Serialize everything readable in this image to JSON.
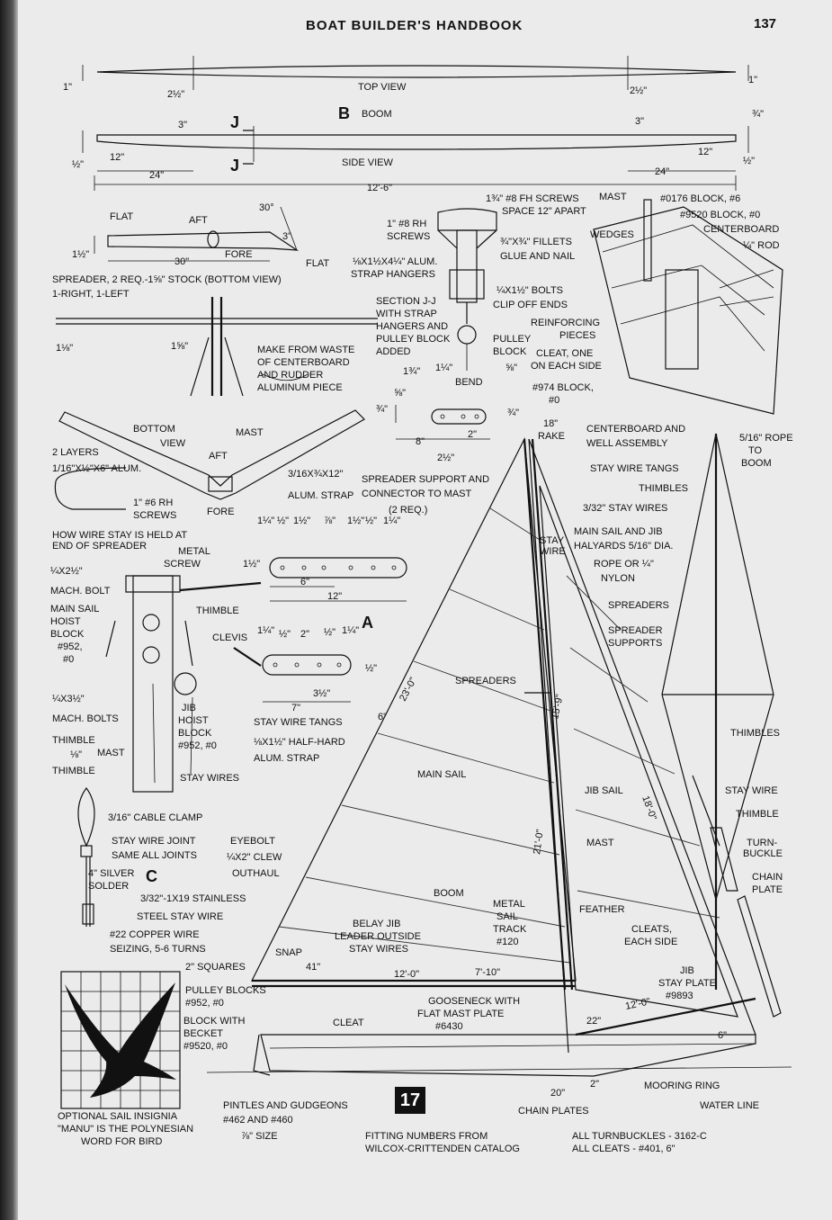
{
  "header": {
    "title": "BOAT BUILDER'S HANDBOOK",
    "page": "137"
  },
  "figure_number": "17",
  "labels": [
    {
      "id": "boom-end-1in-left",
      "text": "1\""
    },
    {
      "id": "boom-2half-left",
      "text": "2½\""
    },
    {
      "id": "top-view",
      "text": "TOP VIEW"
    },
    {
      "id": "boom-2half-right",
      "text": "2½\""
    },
    {
      "id": "boom-end-1in-right",
      "text": "1\""
    },
    {
      "id": "letter-b",
      "text": "B"
    },
    {
      "id": "boom-title",
      "text": "BOOM"
    },
    {
      "id": "boom-3in-left",
      "text": "3\""
    },
    {
      "id": "section-j-top",
      "text": "J"
    },
    {
      "id": "boom-3in-right",
      "text": "3\""
    },
    {
      "id": "boom-3quarter",
      "text": "¾\""
    },
    {
      "id": "boom-half-left",
      "text": "½\""
    },
    {
      "id": "boom-12in-left",
      "text": "12\""
    },
    {
      "id": "side-view",
      "text": "SIDE VIEW"
    },
    {
      "id": "boom-12in-right",
      "text": "12\""
    },
    {
      "id": "boom-half-right",
      "text": "½\""
    },
    {
      "id": "section-j-bottom",
      "text": "J"
    },
    {
      "id": "boom-24in-left",
      "text": "24\""
    },
    {
      "id": "boom-24in-right",
      "text": "24\""
    },
    {
      "id": "boom-length",
      "text": "12'-6\""
    },
    {
      "id": "spr-flat-left",
      "text": "FLAT"
    },
    {
      "id": "spr-aft",
      "text": "AFT"
    },
    {
      "id": "spr-30deg",
      "text": "30°"
    },
    {
      "id": "spr-3in",
      "text": "3\""
    },
    {
      "id": "spr-1half",
      "text": "1½\""
    },
    {
      "id": "spr-fore",
      "text": "FORE"
    },
    {
      "id": "spr-30in",
      "text": "30\""
    },
    {
      "id": "spr-flat-right",
      "text": "FLAT"
    },
    {
      "id": "spr-caption-1",
      "text": "SPREADER, 2 REQ.-1⅝\" STOCK (BOTTOM VIEW)"
    },
    {
      "id": "spr-caption-2",
      "text": "1-RIGHT, 1-LEFT"
    },
    {
      "id": "spr-1-1-8",
      "text": "1⅛\""
    },
    {
      "id": "spr-1-5-8",
      "text": "1⅝\""
    },
    {
      "id": "waste-1",
      "text": "MAKE FROM WASTE"
    },
    {
      "id": "waste-2",
      "text": "OF CENTERBOARD"
    },
    {
      "id": "waste-3",
      "text": "AND RUDDER"
    },
    {
      "id": "waste-4",
      "text": "ALUMINUM PIECE"
    },
    {
      "id": "sec-fh-screws",
      "text": "1¾\" #8 FH SCREWS"
    },
    {
      "id": "sec-space",
      "text": "SPACE 12\" APART"
    },
    {
      "id": "sec-rh-1",
      "text": "1\" #8 RH"
    },
    {
      "id": "sec-rh-2",
      "text": "SCREWS"
    },
    {
      "id": "sec-fillets",
      "text": "¾\"X¾\" FILLETS"
    },
    {
      "id": "sec-glue",
      "text": "GLUE AND NAIL"
    },
    {
      "id": "sec-alum",
      "text": "⅛X1½X4¼\" ALUM."
    },
    {
      "id": "sec-strap",
      "text": "STRAP HANGERS"
    },
    {
      "id": "sec-bolts",
      "text": "¼X1½\" BOLTS"
    },
    {
      "id": "sec-clip",
      "text": "CLIP OFF ENDS"
    },
    {
      "id": "sec-title",
      "text": "SECTION J-J"
    },
    {
      "id": "sec-with-1",
      "text": "WITH STRAP"
    },
    {
      "id": "sec-with-2",
      "text": "HANGERS AND"
    },
    {
      "id": "sec-with-3",
      "text": "PULLEY BLOCK"
    },
    {
      "id": "sec-with-4",
      "text": "ADDED"
    },
    {
      "id": "sec-pulley-1",
      "text": "PULLEY"
    },
    {
      "id": "sec-pulley-2",
      "text": "BLOCK"
    },
    {
      "id": "cb-mast",
      "text": "MAST"
    },
    {
      "id": "cb-0176",
      "text": "#0176 BLOCK, #6"
    },
    {
      "id": "cb-9520",
      "text": "#9520 BLOCK, #0"
    },
    {
      "id": "cb-wedges",
      "text": "WEDGES"
    },
    {
      "id": "cb-centerboard",
      "text": "CENTERBOARD"
    },
    {
      "id": "cb-rod",
      "text": "¼\" ROD"
    },
    {
      "id": "cb-reinf-1",
      "text": "REINFORCING"
    },
    {
      "id": "cb-reinf-2",
      "text": "PIECES"
    },
    {
      "id": "cb-cleat-1",
      "text": "CLEAT, ONE"
    },
    {
      "id": "cb-cleat-2",
      "text": "ON EACH SIDE"
    },
    {
      "id": "cb-974-1",
      "text": "#974 BLOCK,"
    },
    {
      "id": "cb-974-2",
      "text": "#0"
    },
    {
      "id": "cb-title-1",
      "text": "CENTERBOARD AND"
    },
    {
      "id": "cb-title-2",
      "text": "WELL ASSEMBLY"
    },
    {
      "id": "ss-1-3-4",
      "text": "1¾\""
    },
    {
      "id": "ss-1-1-4",
      "text": "1¼\""
    },
    {
      "id": "ss-bend",
      "text": "BEND"
    },
    {
      "id": "ss-5-8a",
      "text": "⅝\""
    },
    {
      "id": "ss-5-8b",
      "text": "⅝\""
    },
    {
      "id": "ss-3-4a",
      "text": "¾\""
    },
    {
      "id": "ss-3-4b",
      "text": "¾\""
    },
    {
      "id": "ss-8in",
      "text": "8\""
    },
    {
      "id": "ss-2in",
      "text": "2\""
    },
    {
      "id": "ss-2half",
      "text": "2½\""
    },
    {
      "id": "ss-title-1",
      "text": "SPREADER SUPPORT AND"
    },
    {
      "id": "ss-title-2",
      "text": "CONNECTOR TO MAST"
    },
    {
      "id": "ss-req",
      "text": "(2 REQ.)"
    },
    {
      "id": "bv-2layers",
      "text": "2 LAYERS"
    },
    {
      "id": "bv-alum",
      "text": "1/16\"X½\"X6\" ALUM."
    },
    {
      "id": "bv-bottom",
      "text": "BOTTOM"
    },
    {
      "id": "bv-view",
      "text": "VIEW"
    },
    {
      "id": "bv-mast",
      "text": "MAST"
    },
    {
      "id": "bv-aft",
      "text": "AFT"
    },
    {
      "id": "bv-screws-1",
      "text": "1\" #6 RH"
    },
    {
      "id": "bv-screws-2",
      "text": "SCREWS"
    },
    {
      "id": "bv-fore",
      "text": "FORE"
    },
    {
      "id": "bv-strap-1",
      "text": "3/16X¾X12\""
    },
    {
      "id": "bv-strap-2",
      "text": "ALUM. STRAP"
    },
    {
      "id": "bv-how-1",
      "text": "HOW WIRE STAY IS HELD AT"
    },
    {
      "id": "bv-how-2",
      "text": "END OF SPREADER"
    },
    {
      "id": "a-1-4",
      "text": "1¼\""
    },
    {
      "id": "a-1-2a",
      "text": "½\""
    },
    {
      "id": "a-1-2b",
      "text": "1½\""
    },
    {
      "id": "a-7-8",
      "text": "⅞\""
    },
    {
      "id": "a-1-2c",
      "text": "1½\""
    },
    {
      "id": "a-1-2d",
      "text": "½\""
    },
    {
      "id": "a-1-4b",
      "text": "1¼\""
    },
    {
      "id": "a-1-2e",
      "text": "1½\""
    },
    {
      "id": "a-6in",
      "text": "6\""
    },
    {
      "id": "a-12in",
      "text": "12\""
    },
    {
      "id": "letter-a",
      "text": "A"
    },
    {
      "id": "a2-1-4",
      "text": "1¼\""
    },
    {
      "id": "a2-1-2",
      "text": "½\""
    },
    {
      "id": "a2-2in",
      "text": "2\""
    },
    {
      "id": "a2-1-2b",
      "text": "½\""
    },
    {
      "id": "a2-1-4b",
      "text": "1¼\""
    },
    {
      "id": "a2-1-2c",
      "text": "½\""
    },
    {
      "id": "a2-3-1-2",
      "text": "3½\""
    },
    {
      "id": "a2-7in",
      "text": "7\""
    },
    {
      "id": "tang-title",
      "text": "STAY WIRE TANGS"
    },
    {
      "id": "tang-spec-1",
      "text": "⅛X1½\" HALF-HARD"
    },
    {
      "id": "tang-spec-2",
      "text": "ALUM. STRAP"
    },
    {
      "id": "mh-mach-1",
      "text": "¼X2½\""
    },
    {
      "id": "mh-mach-2",
      "text": "MACH. BOLT"
    },
    {
      "id": "mh-metal-1",
      "text": "METAL"
    },
    {
      "id": "mh-metal-2",
      "text": "SCREW"
    },
    {
      "id": "mh-main-1",
      "text": "MAIN SAIL"
    },
    {
      "id": "mh-main-2",
      "text": "HOIST"
    },
    {
      "id": "mh-main-3",
      "text": "BLOCK"
    },
    {
      "id": "mh-main-4",
      "text": "#952,"
    },
    {
      "id": "mh-main-5",
      "text": "#0"
    },
    {
      "id": "mh-thimble",
      "text": "THIMBLE"
    },
    {
      "id": "mh-clevis",
      "text": "CLEVIS"
    },
    {
      "id": "mh-bolts-1",
      "text": "¼X3½\""
    },
    {
      "id": "mh-bolts-2",
      "text": "MACH. BOLTS"
    },
    {
      "id": "mh-jib-1",
      "text": "JIB"
    },
    {
      "id": "mh-jib-2",
      "text": "HOIST"
    },
    {
      "id": "mh-jib-3",
      "text": "BLOCK"
    },
    {
      "id": "mh-jib-4",
      "text": "#952, #0"
    },
    {
      "id": "mh-thimble2",
      "text": "THIMBLE"
    },
    {
      "id": "mh-1-8",
      "text": "⅛\""
    },
    {
      "id": "mh-mast",
      "text": "MAST"
    },
    {
      "id": "mh-thimble3",
      "text": "THIMBLE"
    },
    {
      "id": "mh-stay-wires",
      "text": "STAY WIRES"
    },
    {
      "id": "c-clamp",
      "text": "3/16\" CABLE CLAMP"
    },
    {
      "id": "c-title-1",
      "text": "STAY WIRE JOINT"
    },
    {
      "id": "c-title-2",
      "text": "SAME ALL JOINTS"
    },
    {
      "id": "c-silver-1",
      "text": "4\" SILVER"
    },
    {
      "id": "c-silver-2",
      "text": "SOLDER"
    },
    {
      "id": "letter-c",
      "text": "C"
    },
    {
      "id": "c-stainless-1",
      "text": "3/32\"-1X19 STAINLESS"
    },
    {
      "id": "c-stainless-2",
      "text": "STEEL STAY WIRE"
    },
    {
      "id": "c-copper-1",
      "text": "#22 COPPER WIRE"
    },
    {
      "id": "c-copper-2",
      "text": "SEIZING, 5-6 TURNS"
    },
    {
      "id": "eye-1",
      "text": "EYEBOLT"
    },
    {
      "id": "eye-2",
      "text": "¼X2\" CLEW"
    },
    {
      "id": "eye-3",
      "text": "OUTHAUL"
    },
    {
      "id": "rig-18rake-1",
      "text": "18\""
    },
    {
      "id": "rig-18rake-2",
      "text": "RAKE"
    },
    {
      "id": "rig-stay-1",
      "text": "STAY"
    },
    {
      "id": "rig-stay-2",
      "text": "WIRE"
    },
    {
      "id": "rig-23ft",
      "text": "23'-0\""
    },
    {
      "id": "rig-6in",
      "text": "6\""
    },
    {
      "id": "rig-spreaders",
      "text": "SPREADERS"
    },
    {
      "id": "rig-15-9",
      "text": "15'-9\""
    },
    {
      "id": "rig-mainsail",
      "text": "MAIN SAIL"
    },
    {
      "id": "rig-21ft",
      "text": "21'-0\""
    },
    {
      "id": "rig-jibsail",
      "text": "JIB SAIL"
    },
    {
      "id": "rig-18ft",
      "text": "18'-0\""
    },
    {
      "id": "rig-mast",
      "text": "MAST"
    },
    {
      "id": "rig-boom",
      "text": "BOOM"
    },
    {
      "id": "rig-track-1",
      "text": "METAL"
    },
    {
      "id": "rig-track-2",
      "text": "SAIL"
    },
    {
      "id": "rig-track-3",
      "text": "TRACK"
    },
    {
      "id": "rig-track-4",
      "text": "#120"
    },
    {
      "id": "rig-feather",
      "text": "FEATHER"
    },
    {
      "id": "rig-cleats-1",
      "text": "CLEATS,"
    },
    {
      "id": "rig-cleats-2",
      "text": "EACH SIDE"
    },
    {
      "id": "rig-belay-1",
      "text": "BELAY JIB"
    },
    {
      "id": "rig-belay-2",
      "text": "LEADER OUTSIDE"
    },
    {
      "id": "rig-belay-3",
      "text": "STAY WIRES"
    },
    {
      "id": "rig-snap",
      "text": "SNAP"
    },
    {
      "id": "rig-41in",
      "text": "41\""
    },
    {
      "id": "rig-12ft",
      "text": "12'-0\""
    },
    {
      "id": "rig-7-10",
      "text": "7'-10\""
    },
    {
      "id": "rig-jibplate-1",
      "text": "JIB"
    },
    {
      "id": "rig-jibplate-2",
      "text": "STAY PLATE"
    },
    {
      "id": "rig-jibplate-3",
      "text": "#9893"
    },
    {
      "id": "rig-12ft-b",
      "text": "12'-0\""
    },
    {
      "id": "rig-squares",
      "text": "2\" SQUARES"
    },
    {
      "id": "rig-pulley-1",
      "text": "PULLEY BLOCKS"
    },
    {
      "id": "rig-pulley-2",
      "text": "#952, #0"
    },
    {
      "id": "rig-goose-1",
      "text": "GOOSENECK WITH"
    },
    {
      "id": "rig-goose-2",
      "text": "FLAT MAST PLATE"
    },
    {
      "id": "rig-goose-3",
      "text": "#6430"
    },
    {
      "id": "rig-22in",
      "text": "22\""
    },
    {
      "id": "rig-block-1",
      "text": "BLOCK WITH"
    },
    {
      "id": "rig-block-2",
      "text": "BECKET"
    },
    {
      "id": "rig-block-3",
      "text": "#9520, #0"
    },
    {
      "id": "rig-cleat",
      "text": "CLEAT"
    },
    {
      "id": "rig-6in-b",
      "text": "6\""
    },
    {
      "id": "rig-mooring",
      "text": "MOORING RING"
    },
    {
      "id": "rig-20in",
      "text": "20\""
    },
    {
      "id": "rig-2in",
      "text": "2\""
    },
    {
      "id": "rig-waterline",
      "text": "WATER LINE"
    },
    {
      "id": "rig-chainplates",
      "text": "CHAIN PLATES"
    },
    {
      "id": "rig-pintles-1",
      "text": "PINTLES AND GUDGEONS"
    },
    {
      "id": "rig-pintles-2",
      "text": "#462 AND #460"
    },
    {
      "id": "rig-pintles-3",
      "text": "⅞\" SIZE"
    },
    {
      "id": "fr-5-16",
      "text": "5/16\" ROPE"
    },
    {
      "id": "fr-to",
      "text": "TO"
    },
    {
      "id": "fr-boom",
      "text": "BOOM"
    },
    {
      "id": "fr-tangs",
      "text": "STAY WIRE TANGS"
    },
    {
      "id": "fr-thimbles",
      "text": "THIMBLES"
    },
    {
      "id": "fr-stay-wires",
      "text": "3/32\" STAY WIRES"
    },
    {
      "id": "fr-halyard-1",
      "text": "MAIN SAIL AND JIB"
    },
    {
      "id": "fr-halyard-2",
      "text": "HALYARDS 5/16\" DIA."
    },
    {
      "id": "fr-halyard-3",
      "text": "ROPE OR ¼\""
    },
    {
      "id": "fr-halyard-4",
      "text": "NYLON"
    },
    {
      "id": "fr-spreaders",
      "text": "SPREADERS"
    },
    {
      "id": "fr-supports-1",
      "text": "SPREADER"
    },
    {
      "id": "fr-supports-2",
      "text": "SUPPORTS"
    },
    {
      "id": "fr-thimbles2",
      "text": "THIMBLES"
    },
    {
      "id": "fr-staywire",
      "text": "STAY WIRE"
    },
    {
      "id": "fr-thimble",
      "text": "THIMBLE"
    },
    {
      "id": "fr-turn-1",
      "text": "TURN-"
    },
    {
      "id": "fr-turn-2",
      "text": "BUCKLE"
    },
    {
      "id": "fr-chain-1",
      "text": "CHAIN"
    },
    {
      "id": "fr-chain-2",
      "text": "PLATE"
    },
    {
      "id": "ins-title",
      "text": "OPTIONAL SAIL INSIGNIA"
    },
    {
      "id": "ins-note-1",
      "text": "\"MANU\" IS THE POLYNESIAN"
    },
    {
      "id": "ins-note-2",
      "text": "WORD FOR BIRD"
    },
    {
      "id": "foot-fit-1",
      "text": "FITTING NUMBERS FROM"
    },
    {
      "id": "foot-fit-2",
      "text": "WILCOX-CRITTENDEN CATALOG"
    },
    {
      "id": "foot-turn",
      "text": "ALL TURNBUCKLES - 3162-C"
    },
    {
      "id": "foot-cleats",
      "text": "ALL CLEATS - #401, 6\""
    }
  ]
}
